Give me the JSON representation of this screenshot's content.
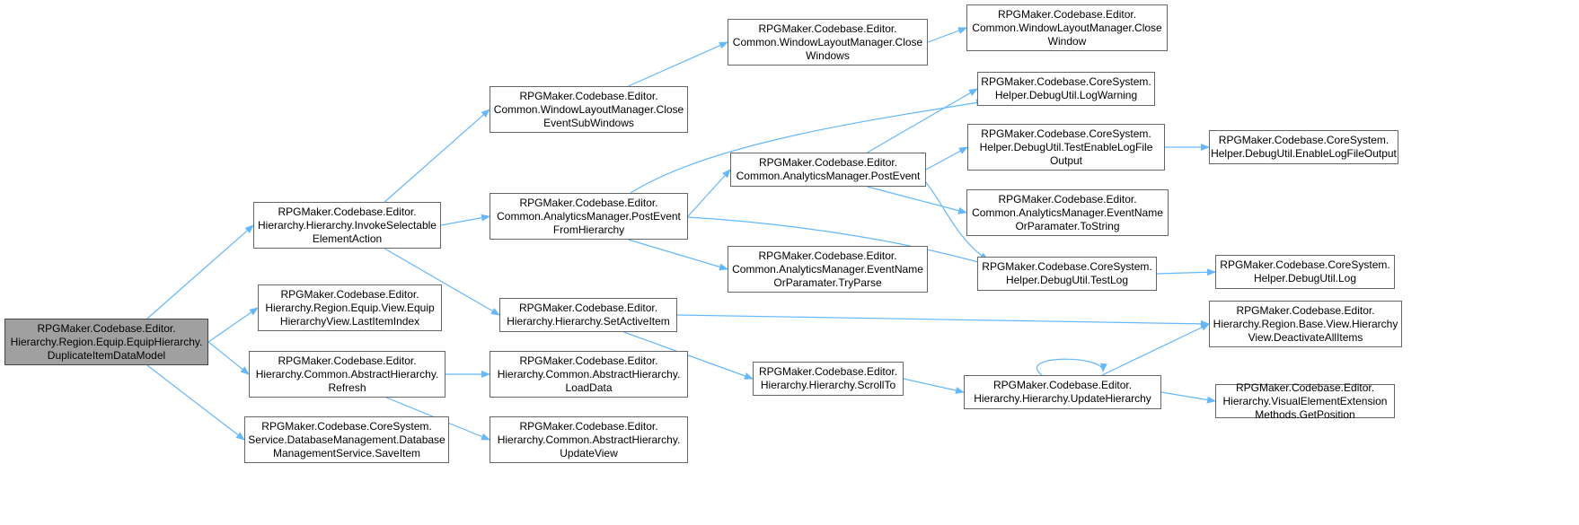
{
  "colors": {
    "edge": "#63b8ff",
    "node_border": "#666666",
    "root_fill": "#a0a0a0",
    "node_fill": "#ffffff"
  },
  "nodes": [
    {
      "id": "n0",
      "name": "node-duplicate-item-data-model",
      "lines": [
        "RPGMaker.Codebase.Editor.",
        "Hierarchy.Region.Equip.EquipHierarchy.",
        "DuplicateItemDataModel"
      ],
      "root": true
    },
    {
      "id": "n1",
      "name": "node-invoke-selectable-element-action",
      "lines": [
        "RPGMaker.Codebase.Editor.",
        "Hierarchy.Hierarchy.InvokeSelectable",
        "ElementAction"
      ]
    },
    {
      "id": "n2",
      "name": "node-last-item-index",
      "lines": [
        "RPGMaker.Codebase.Editor.",
        "Hierarchy.Region.Equip.View.Equip",
        "HierarchyView.LastItemIndex"
      ]
    },
    {
      "id": "n3",
      "name": "node-abstract-hierarchy-refresh",
      "lines": [
        "RPGMaker.Codebase.Editor.",
        "Hierarchy.Common.AbstractHierarchy.",
        "Refresh"
      ]
    },
    {
      "id": "n4",
      "name": "node-database-management-save-item",
      "lines": [
        "RPGMaker.Codebase.CoreSystem.",
        "Service.DatabaseManagement.Database",
        "ManagementService.SaveItem"
      ]
    },
    {
      "id": "n5",
      "name": "node-close-event-sub-windows",
      "lines": [
        "RPGMaker.Codebase.Editor.",
        "Common.WindowLayoutManager.Close",
        "EventSubWindows"
      ]
    },
    {
      "id": "n6",
      "name": "node-post-event-from-hierarchy",
      "lines": [
        "RPGMaker.Codebase.Editor.",
        "Common.AnalyticsManager.PostEvent",
        "FromHierarchy"
      ]
    },
    {
      "id": "n7",
      "name": "node-set-active-item",
      "lines": [
        "RPGMaker.Codebase.Editor.",
        "Hierarchy.Hierarchy.SetActiveItem"
      ]
    },
    {
      "id": "n8",
      "name": "node-load-data",
      "lines": [
        "RPGMaker.Codebase.Editor.",
        "Hierarchy.Common.AbstractHierarchy.",
        "LoadData"
      ]
    },
    {
      "id": "n9",
      "name": "node-update-view",
      "lines": [
        "RPGMaker.Codebase.Editor.",
        "Hierarchy.Common.AbstractHierarchy.",
        "UpdateView"
      ]
    },
    {
      "id": "n10",
      "name": "node-close-windows",
      "lines": [
        "RPGMaker.Codebase.Editor.",
        "Common.WindowLayoutManager.Close",
        "Windows"
      ]
    },
    {
      "id": "n11",
      "name": "node-post-event",
      "lines": [
        "RPGMaker.Codebase.Editor.",
        "Common.AnalyticsManager.PostEvent"
      ]
    },
    {
      "id": "n12",
      "name": "node-event-name-try-parse",
      "lines": [
        "RPGMaker.Codebase.Editor.",
        "Common.AnalyticsManager.EventName",
        "OrParamater.TryParse"
      ]
    },
    {
      "id": "n13",
      "name": "node-scroll-to",
      "lines": [
        "RPGMaker.Codebase.Editor.",
        "Hierarchy.Hierarchy.ScrollTo"
      ]
    },
    {
      "id": "n14",
      "name": "node-close-window",
      "lines": [
        "RPGMaker.Codebase.Editor.",
        "Common.WindowLayoutManager.Close",
        "Window"
      ]
    },
    {
      "id": "n15",
      "name": "node-log-warning",
      "lines": [
        "RPGMaker.Codebase.CoreSystem.",
        "Helper.DebugUtil.LogWarning"
      ]
    },
    {
      "id": "n16",
      "name": "node-test-enable-log-file-output",
      "lines": [
        "RPGMaker.Codebase.CoreSystem.",
        "Helper.DebugUtil.TestEnableLogFile",
        "Output"
      ]
    },
    {
      "id": "n17",
      "name": "node-event-name-to-string",
      "lines": [
        "RPGMaker.Codebase.Editor.",
        "Common.AnalyticsManager.EventName",
        "OrParamater.ToString"
      ]
    },
    {
      "id": "n18",
      "name": "node-test-log",
      "lines": [
        "RPGMaker.Codebase.CoreSystem.",
        "Helper.DebugUtil.TestLog"
      ]
    },
    {
      "id": "n19",
      "name": "node-update-hierarchy",
      "lines": [
        "RPGMaker.Codebase.Editor.",
        "Hierarchy.Hierarchy.UpdateHierarchy"
      ]
    },
    {
      "id": "n20",
      "name": "node-enable-log-file-output",
      "lines": [
        "RPGMaker.Codebase.CoreSystem.",
        "Helper.DebugUtil.EnableLogFileOutput"
      ]
    },
    {
      "id": "n21",
      "name": "node-debug-util-log",
      "lines": [
        "RPGMaker.Codebase.CoreSystem.",
        "Helper.DebugUtil.Log"
      ]
    },
    {
      "id": "n22",
      "name": "node-deactivate-all-items",
      "lines": [
        "RPGMaker.Codebase.Editor.",
        "Hierarchy.Region.Base.View.Hierarchy",
        "View.DeactivateAllItems"
      ]
    },
    {
      "id": "n23",
      "name": "node-get-position",
      "lines": [
        "RPGMaker.Codebase.Editor.",
        "Hierarchy.VisualElementExtension",
        "Methods.GetPosition"
      ]
    }
  ],
  "edges": [
    [
      "n0",
      "n1"
    ],
    [
      "n0",
      "n2"
    ],
    [
      "n0",
      "n3"
    ],
    [
      "n0",
      "n4"
    ],
    [
      "n1",
      "n5"
    ],
    [
      "n1",
      "n6"
    ],
    [
      "n1",
      "n7"
    ],
    [
      "n3",
      "n8"
    ],
    [
      "n3",
      "n9"
    ],
    [
      "n5",
      "n10"
    ],
    [
      "n10",
      "n14"
    ],
    [
      "n6",
      "n11"
    ],
    [
      "n6",
      "n12"
    ],
    [
      "n6",
      "n15"
    ],
    [
      "n6",
      "n18"
    ],
    [
      "n11",
      "n15"
    ],
    [
      "n11",
      "n16"
    ],
    [
      "n11",
      "n17"
    ],
    [
      "n11",
      "n18"
    ],
    [
      "n16",
      "n20"
    ],
    [
      "n18",
      "n21"
    ],
    [
      "n7",
      "n13"
    ],
    [
      "n7",
      "n22"
    ],
    [
      "n13",
      "n19"
    ],
    [
      "n19",
      "n19"
    ],
    [
      "n19",
      "n22"
    ],
    [
      "n19",
      "n23"
    ]
  ]
}
